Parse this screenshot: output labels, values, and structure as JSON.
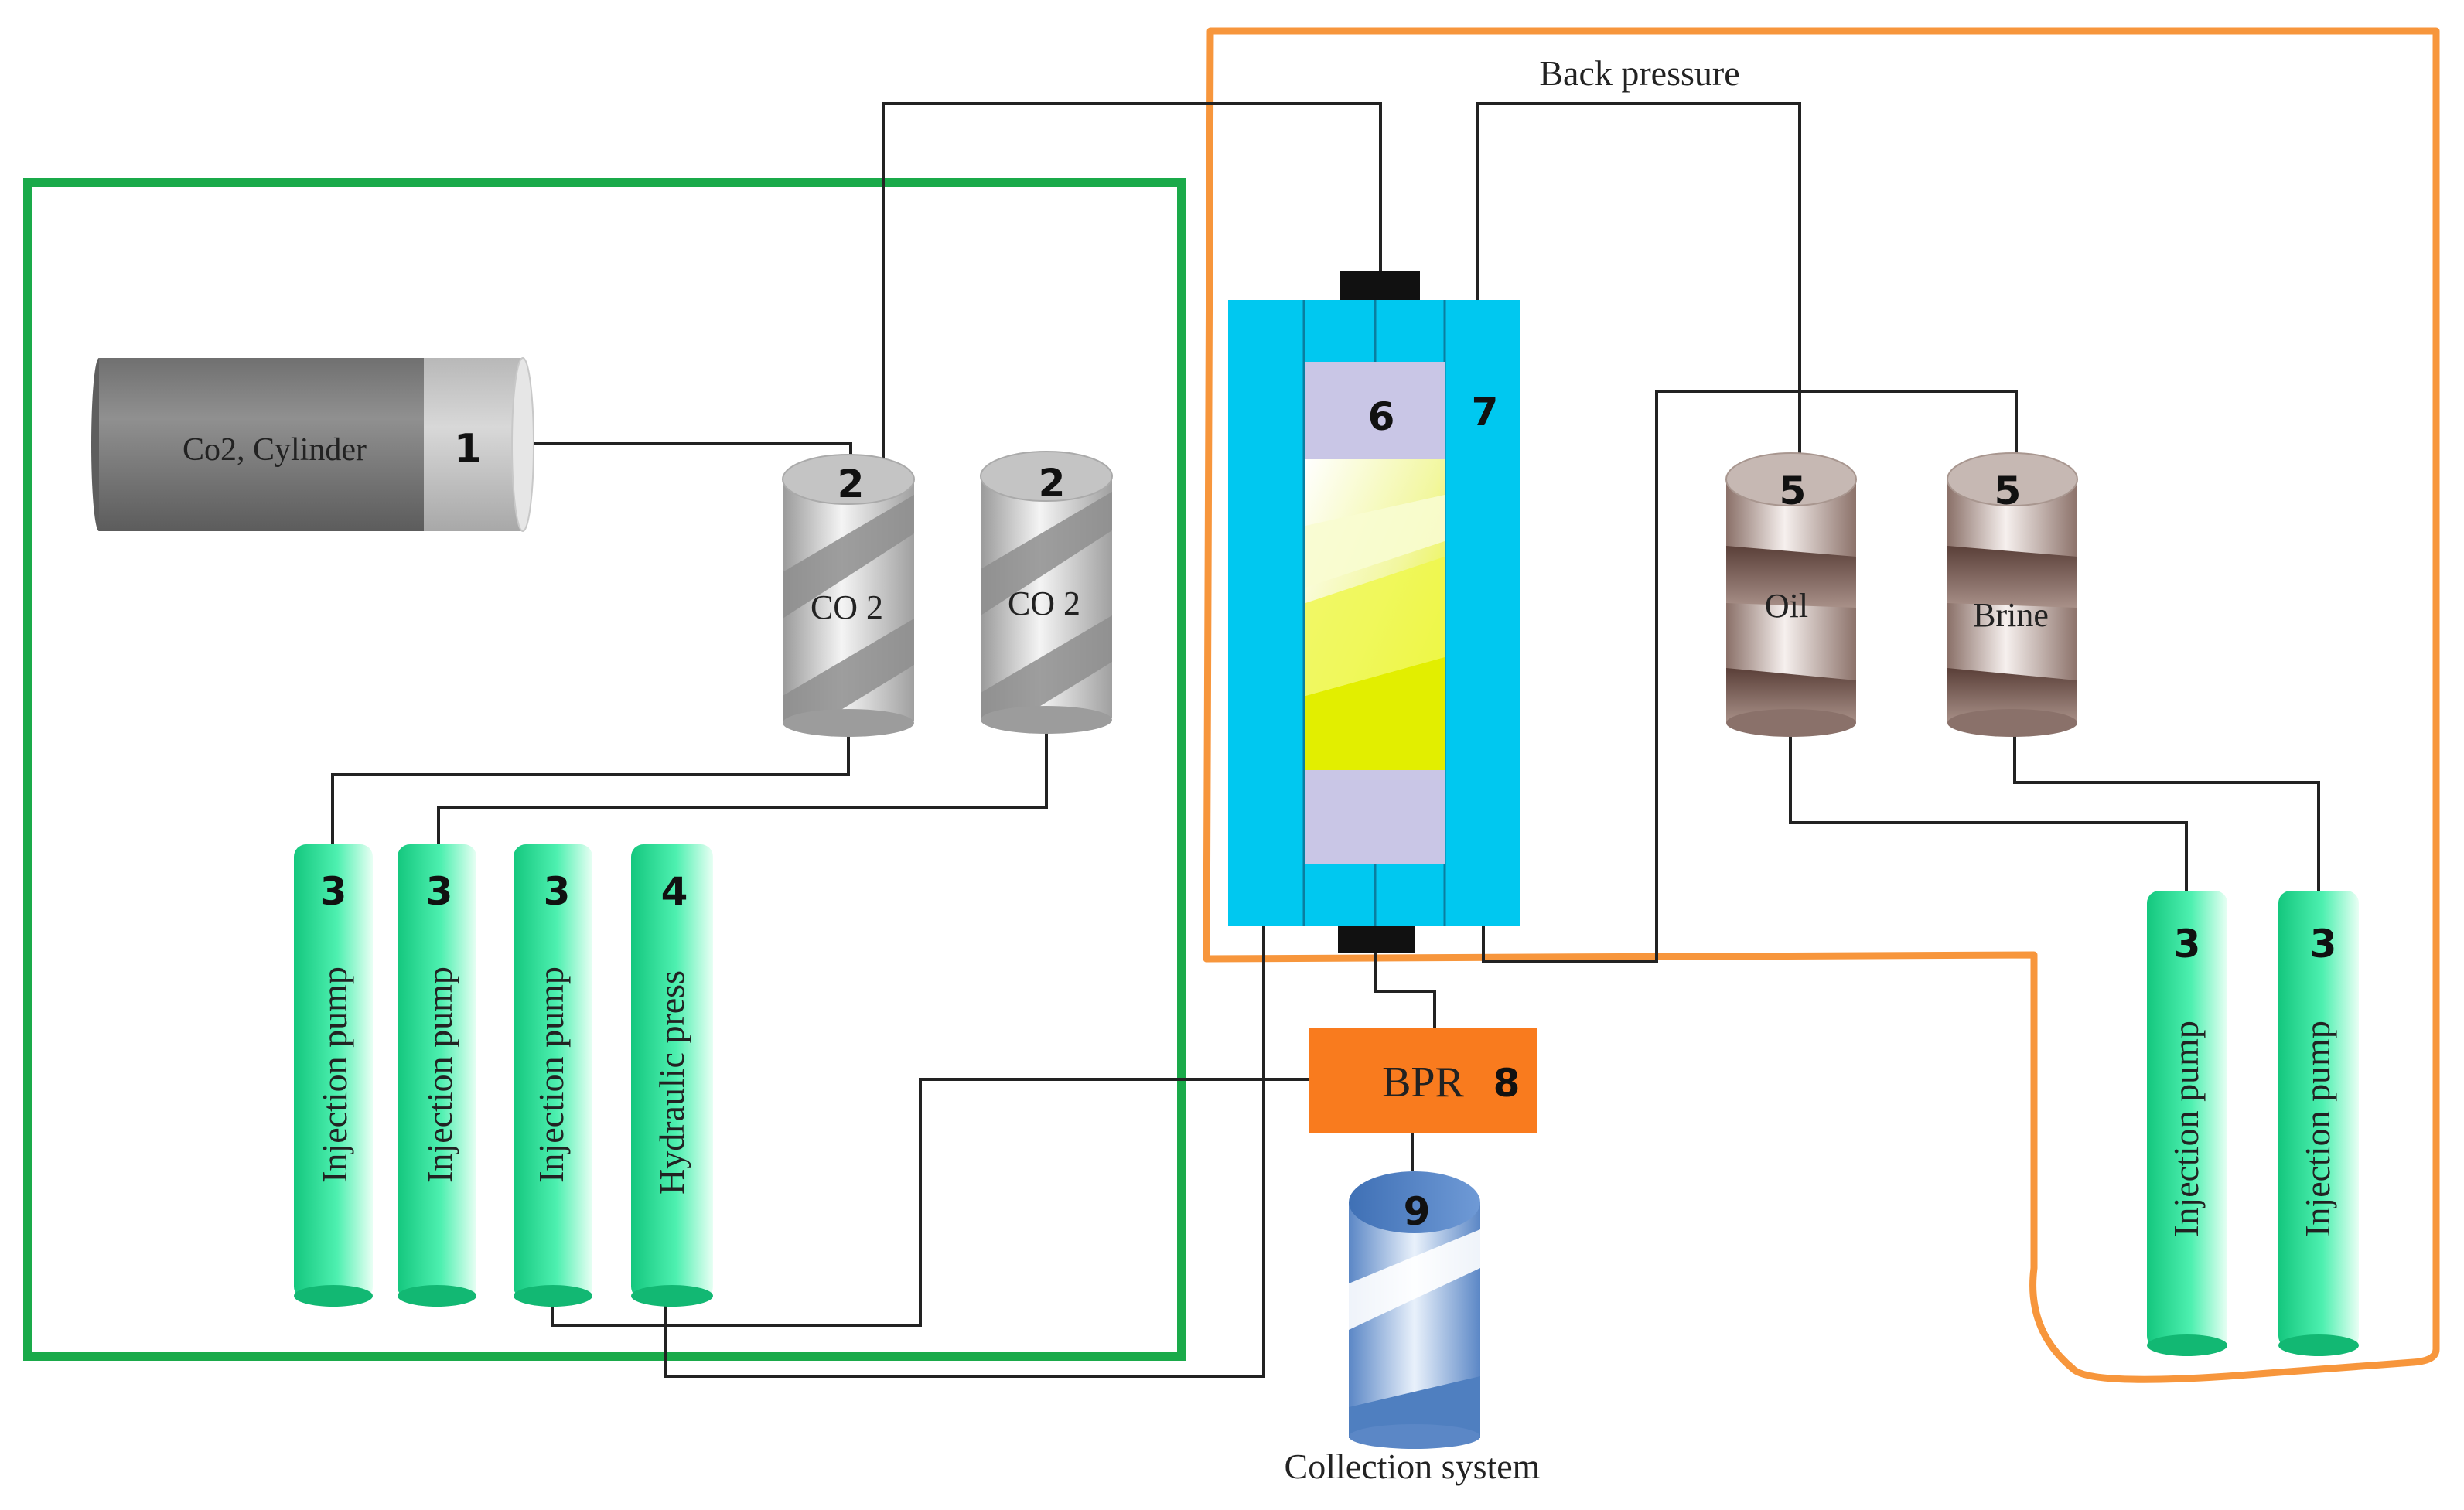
{
  "labels": {
    "back_pressure": "Back pressure",
    "co2_cylinder": "Co2, Cylinder",
    "co2_vessel": "CO 2",
    "oil": "Oil",
    "brine": "Brine",
    "injection_pump": "Injection pump",
    "hydraulic_press": "Hydraulic press",
    "bpr": "BPR",
    "collection_system": "Collection system"
  },
  "numbers": {
    "cylinder": "1",
    "co2_vessel": "2",
    "pump": "3",
    "hydraulic_press": "4",
    "fluid_vessel": "5",
    "core": "6",
    "core_holder": "7",
    "bpr": "8",
    "collection": "9"
  },
  "colors": {
    "green_box": "#1aaa4a",
    "orange_box": "#f7963c",
    "core_holder": "#00c8f0",
    "bpr": "#f97b1e",
    "pump": "#2fdf9a",
    "pipe": "#222222"
  }
}
